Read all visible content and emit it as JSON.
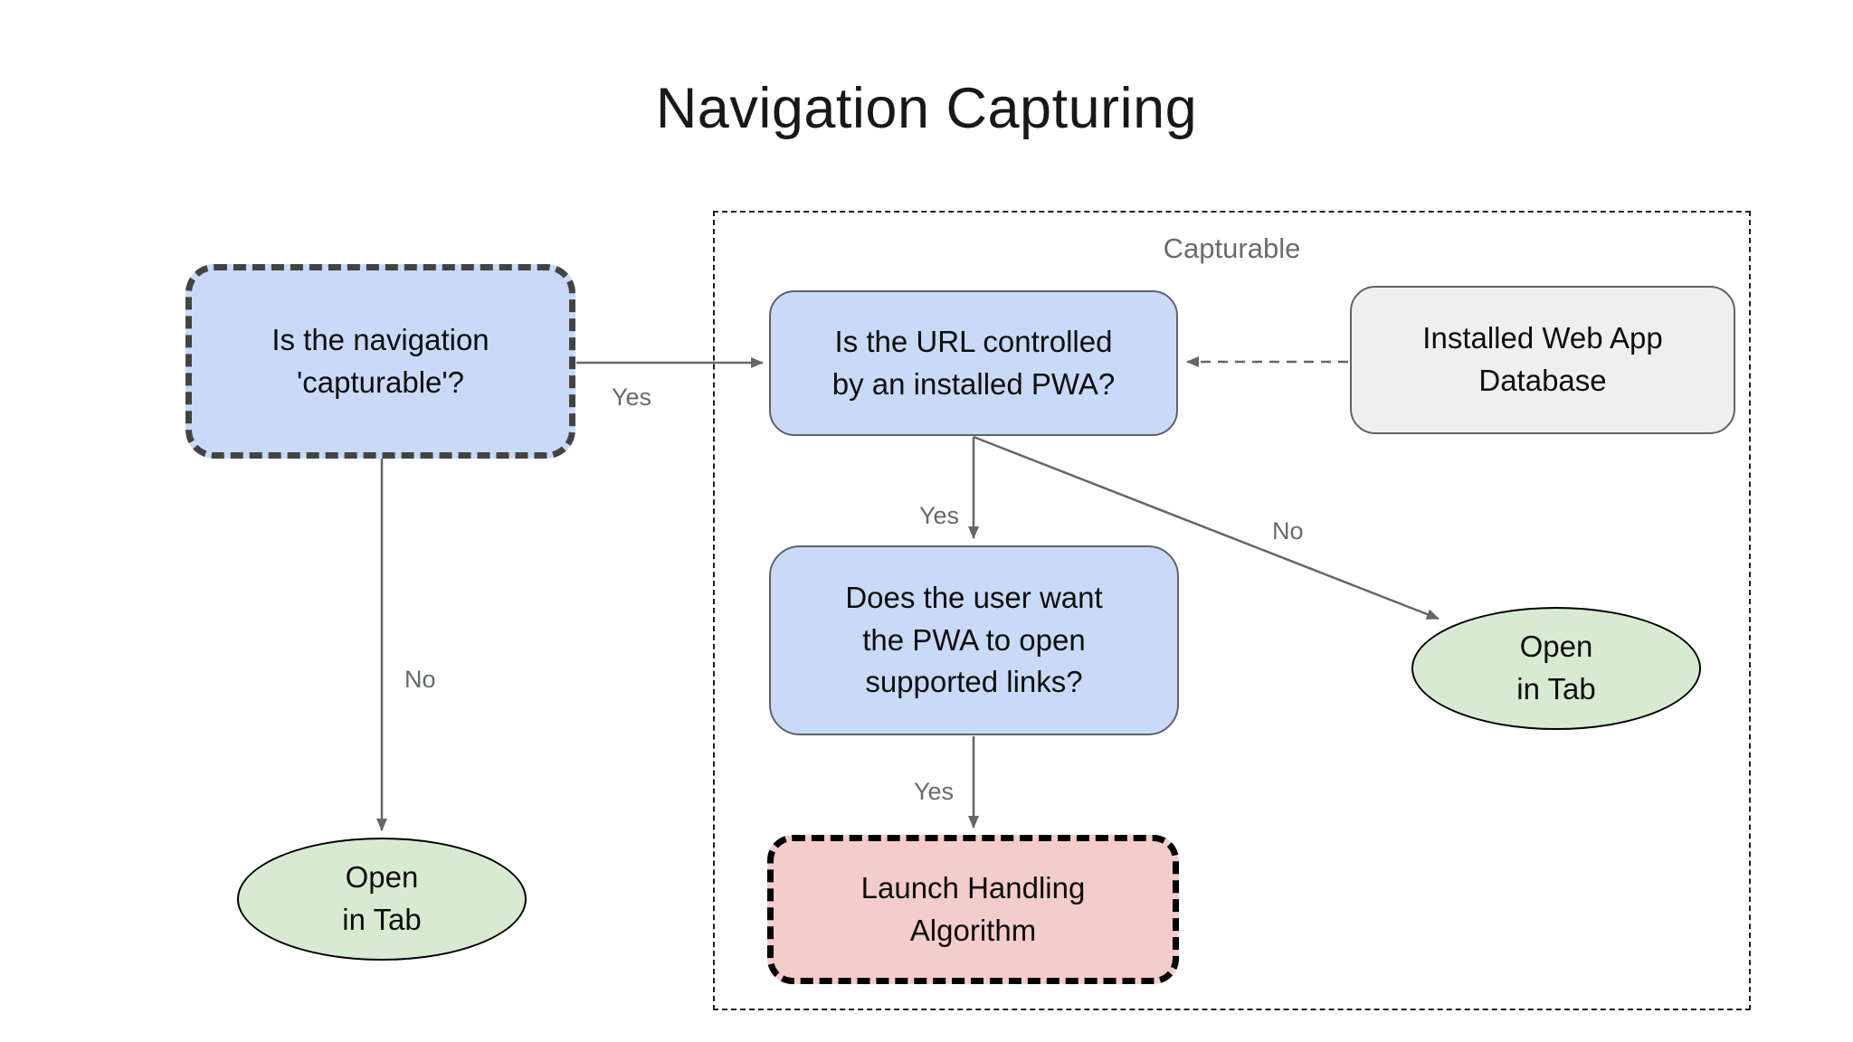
{
  "title": "Navigation Capturing",
  "container": {
    "label": "Capturable"
  },
  "nodes": {
    "nav_capturable": {
      "label": "Is the navigation\n'capturable'?"
    },
    "url_controlled": {
      "label": "Is the URL controlled\nby an installed PWA?"
    },
    "installed_db": {
      "label": "Installed Web App\nDatabase"
    },
    "user_wants": {
      "label": "Does the user want\nthe PWA to open\nsupported links?"
    },
    "launch_handling": {
      "label": "Launch Handling\nAlgorithm"
    },
    "open_in_tab_left": {
      "label": "Open\nin Tab"
    },
    "open_in_tab_right": {
      "label": "Open\nin Tab"
    }
  },
  "edges": {
    "nav_to_url_label": "Yes",
    "nav_to_tab_label": "No",
    "url_to_user_label": "Yes",
    "url_to_tab_label": "No",
    "user_to_launch_label": "Yes"
  },
  "colors": {
    "decision_fill": "#c9daf8",
    "terminal_fill": "#d9ead3",
    "process_fill": "#f4cccc",
    "data_fill": "#efefef",
    "dashed_node_border": "#434343",
    "solid_node_border": "#5f6368",
    "arrow": "#666666",
    "zone_border": "#1e1e1e",
    "label_text": "#656a6e"
  }
}
